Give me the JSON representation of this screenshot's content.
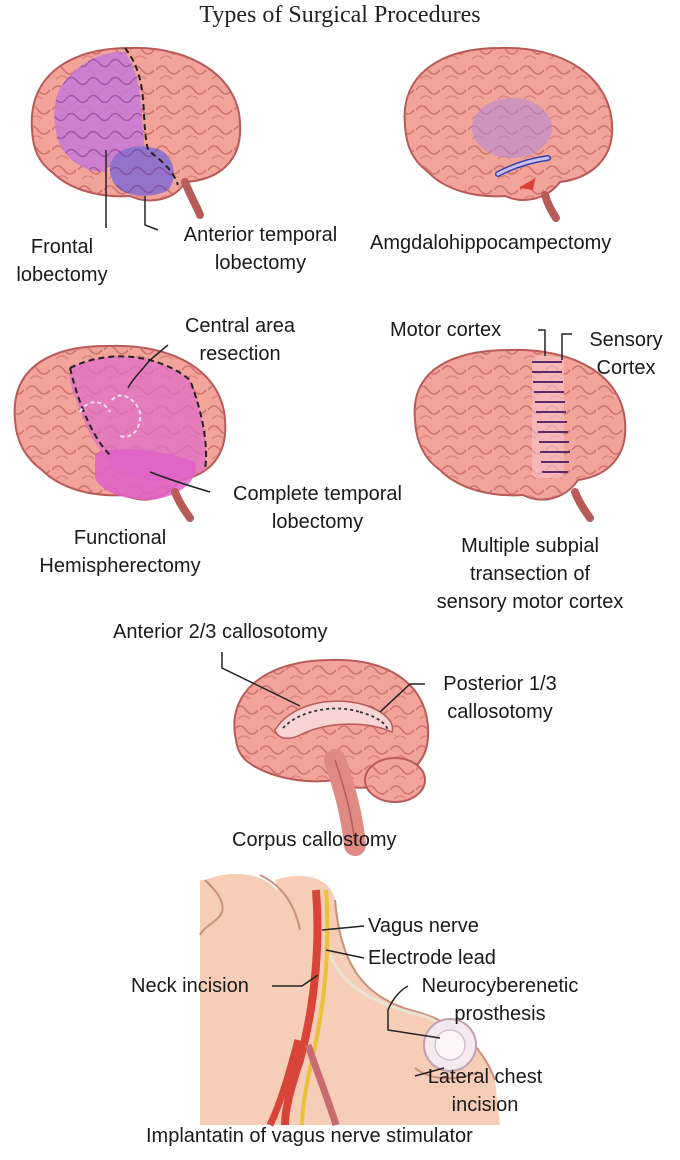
{
  "title": "Types of Surgical Procedures",
  "labels": {
    "frontal_lobectomy": [
      "Frontal",
      "lobectomy"
    ],
    "anterior_temporal_lobectomy": [
      "Anterior temporal",
      "lobectomy"
    ],
    "amygdalohippocampectomy": "Amgdalohippocampectomy",
    "central_area_resection": [
      "Central area",
      "resection"
    ],
    "motor_cortex": "Motor cortex",
    "sensory_cortex": [
      "Sensory",
      "Cortex"
    ],
    "complete_temporal_lobectomy": [
      "Complete temporal",
      "lobectomy"
    ],
    "functional_hemispherectomy": [
      "Functional",
      "Hemispherectomy"
    ],
    "multiple_subpial_transection": [
      "Multiple subpial",
      "transection of",
      "sensory motor cortex"
    ],
    "anterior_callosotomy": "Anterior 2/3 callosotomy",
    "posterior_callosotomy": [
      "Posterior 1/3",
      "callosotomy"
    ],
    "corpus_callosotomy": "Corpus callostomy",
    "vagus_nerve": "Vagus nerve",
    "electrode_lead": "Electrode lead",
    "neck_incision": "Neck incision",
    "neurocybernetic_prosthesis": [
      "Neurocyberenetic",
      "prosthesis"
    ],
    "lateral_chest_incision": [
      "Lateral chest",
      "incision"
    ],
    "vagus_stimulator": "Implantatin of vagus nerve stimulator"
  },
  "colors": {
    "brain": "#f2a39a",
    "brain_outline": "#b85a58",
    "highlight_purple": "#c27ad8",
    "highlight_violet": "#8a6fd0",
    "highlight_magenta": "#e060c8",
    "skin": "#f6cdb6",
    "nerve": "#e8c33a",
    "artery": "#d9443a"
  }
}
